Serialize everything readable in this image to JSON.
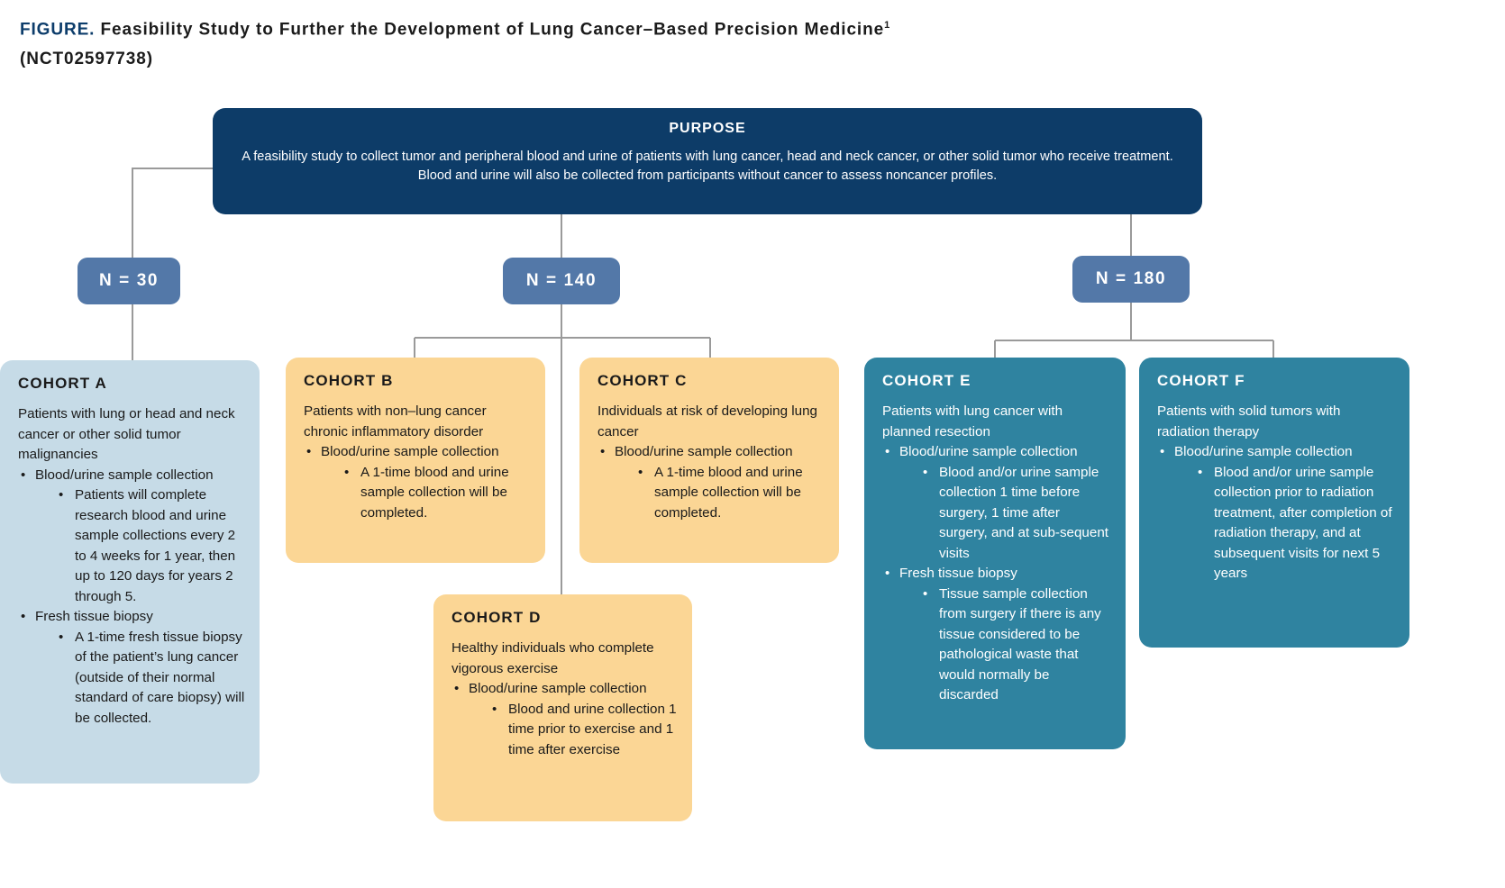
{
  "figure": {
    "label": "FIGURE.",
    "title": "Feasibility Study to Further the Development of Lung Cancer–Based Precision Medicine",
    "superscript": "1",
    "subtitle": "(NCT02597738)"
  },
  "colors": {
    "figure_label": "#0d3c68",
    "purpose_box": "#0d3c68",
    "n_pill": "#5378a8",
    "cohort_a": "#c6dbe7",
    "cohort_gold": "#fbd695",
    "cohort_teal": "#2f83a0",
    "connector_line": "#9a9a9a"
  },
  "purpose": {
    "title": "PURPOSE",
    "body": "A feasibility study to collect tumor and peripheral blood and urine of patients with lung cancer, head and neck cancer, or other solid tumor who receive treatment. Blood and urine will also be collected from participants without cancer to assess noncancer profiles."
  },
  "enrollment": [
    {
      "id": "n30",
      "label": "N = 30"
    },
    {
      "id": "n140",
      "label": "N = 140"
    },
    {
      "id": "n180",
      "label": "N = 180"
    }
  ],
  "cohorts": [
    {
      "id": "A",
      "title": "COHORT A",
      "lead": "Patients with lung or head and neck cancer or other solid tumor malignancies",
      "bullets": [
        {
          "text": "Blood/urine sample collection",
          "sub": [
            "Patients will complete research blood and urine sample collections every 2 to 4 weeks for 1 year, then up to 120 days for years 2 through 5."
          ]
        },
        {
          "text": "Fresh tissue biopsy",
          "sub": [
            "A 1-time fresh tissue biopsy of the patient’s lung cancer (outside of their normal standard of care biopsy) will be collected."
          ]
        }
      ]
    },
    {
      "id": "B",
      "title": "COHORT B",
      "lead": "Patients with non–lung cancer chronic inflammatory disorder",
      "bullets": [
        {
          "text": "Blood/urine sample collection",
          "sub": [
            "A 1-time blood and urine sample collection will be completed."
          ]
        }
      ]
    },
    {
      "id": "C",
      "title": "COHORT C",
      "lead": "Individuals at risk of developing lung cancer",
      "bullets": [
        {
          "text": "Blood/urine sample collection",
          "sub": [
            "A 1-time blood and urine sample collection will be completed."
          ]
        }
      ]
    },
    {
      "id": "D",
      "title": "COHORT D",
      "lead": "Healthy individuals who complete vigorous exercise",
      "bullets": [
        {
          "text": "Blood/urine sample collection",
          "sub": [
            "Blood and urine collection 1 time prior to exercise and 1 time after exercise"
          ]
        }
      ]
    },
    {
      "id": "E",
      "title": "COHORT E",
      "lead": "Patients with lung cancer with planned resection",
      "bullets": [
        {
          "text": "Blood/urine sample collection",
          "sub": [
            "Blood and/or urine sample collection 1 time before surgery, 1 time after surgery, and at sub-sequent visits"
          ]
        },
        {
          "text": "Fresh tissue biopsy",
          "sub": [
            "Tissue sample collection from surgery if there is any tissue considered to be pathological waste that would normally be discarded"
          ]
        }
      ]
    },
    {
      "id": "F",
      "title": "COHORT F",
      "lead": "Patients with solid tumors with radiation therapy",
      "bullets": [
        {
          "text": "Blood/urine sample collection",
          "sub": [
            "Blood and/or urine sample collection prior to radiation treatment, after completion of radiation therapy, and at subsequent visits for next 5 years"
          ]
        }
      ]
    }
  ]
}
